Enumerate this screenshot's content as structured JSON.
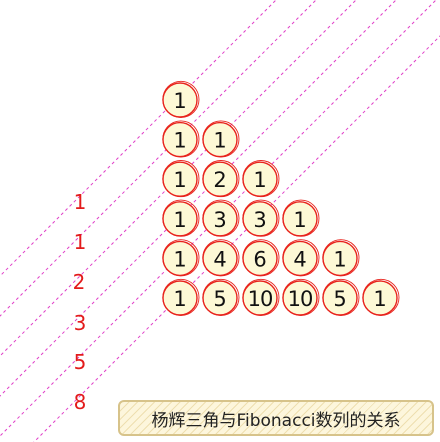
{
  "triangle": {
    "rows": [
      [
        "1"
      ],
      [
        "1",
        "1"
      ],
      [
        "1",
        "2",
        "1"
      ],
      [
        "1",
        "3",
        "3",
        "1"
      ],
      [
        "1",
        "4",
        "6",
        "4",
        "1"
      ],
      [
        "1",
        "5",
        "10",
        "10",
        "5",
        "1"
      ]
    ]
  },
  "fibonacci": {
    "values": [
      "1",
      "1",
      "2",
      "3",
      "5",
      "8"
    ]
  },
  "colors": {
    "circle_stroke": "#e8231c",
    "circle_fill": "#fdf9d6",
    "diagonal_line": "#e040c8",
    "fib_number": "#e31b1b"
  },
  "caption": {
    "text": "杨辉三角与Fibonacci数列的关系"
  }
}
